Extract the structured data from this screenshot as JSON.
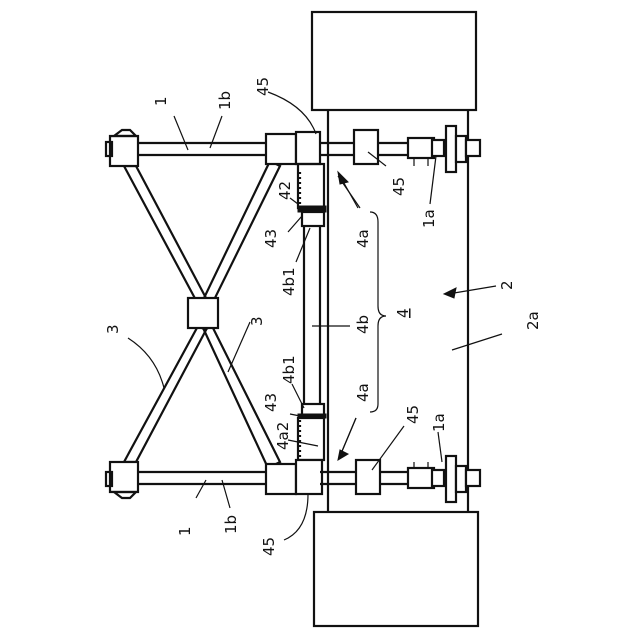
{
  "labels": {
    "l1_top": "1",
    "l1b_top": "1b",
    "l45_topleft": "45",
    "l42": "42",
    "l43_top": "43",
    "l4b1_top": "4b1",
    "l4a_top": "4a",
    "l45_topright": "45",
    "l1a_top": "1a",
    "l2": "2",
    "l2a": "2a",
    "l4": "4",
    "l4b": "4b",
    "l3_left": "3",
    "l3_right": "3",
    "l4b1_bottom": "4b1",
    "l43_bottom": "43",
    "l4a2": "4a2",
    "l4a_bottom": "4a",
    "l45_bottomright": "45",
    "l1a_bottom": "1a",
    "l1_bottom": "1",
    "l1b_bottom": "1b",
    "l45_bottomleft": "45"
  }
}
